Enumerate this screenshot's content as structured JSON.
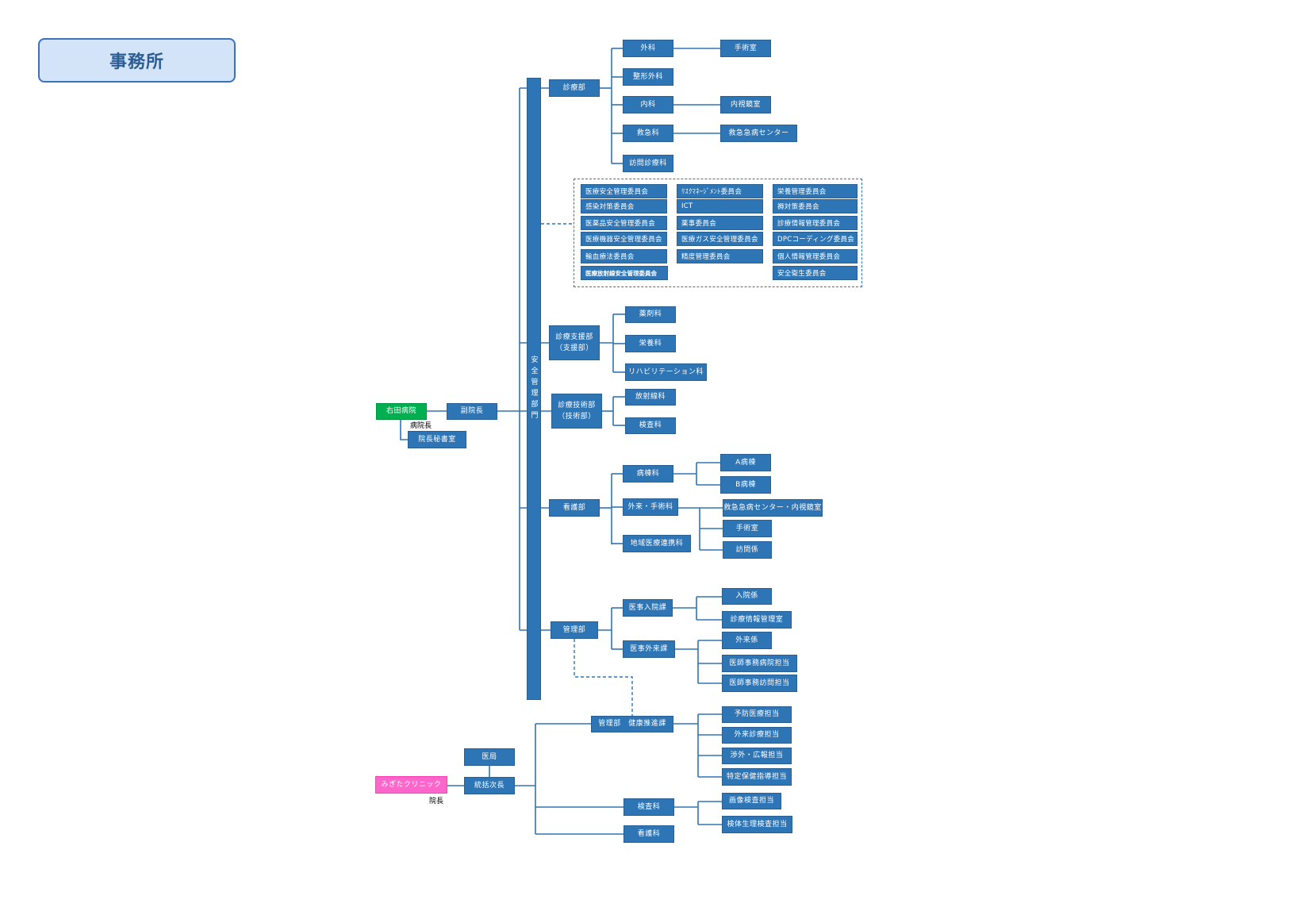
{
  "header": {
    "title": "事務所"
  },
  "colors": {
    "box": "#2e75b6",
    "box_border": "#2a5f93",
    "line": "#2e75b6",
    "hospital": "#00b050",
    "hospital_border": "#00913f",
    "clinic": "#ff66cc",
    "clinic_border": "#ff3fb0",
    "header_fill": "#d3e4f8",
    "header_border": "#3b72b8",
    "header_text": "#2c5c94"
  },
  "hospital": {
    "name": "右田病院",
    "director_caption": "病院長",
    "secretary_office": "院長秘書室",
    "vice_director": "副院長",
    "safety_division": "安全管理部門"
  },
  "medical": {
    "label": "診療部",
    "surgery": "外科",
    "surgery_sub": "手術室",
    "orthopedics": "整形外科",
    "internal": "内科",
    "internal_sub": "内視鏡室",
    "emergency": "救急科",
    "emergency_sub": "救急急病センター",
    "home_care": "訪問診療科"
  },
  "committees": {
    "col1": [
      "医療安全管理委員会",
      "感染対策委員会",
      "医薬品安全管理委員会",
      "医療機器安全管理委員会",
      "輸血療法委員会",
      "医療放射線安全管理委員会"
    ],
    "col2": [
      "ﾘｽｸﾏﾈｰｼﾞﾒﾝﾄ委員会",
      "ICT",
      "薬事委員会",
      "医療ガス安全管理委員会",
      "精度管理委員会"
    ],
    "col3": [
      "栄養管理委員会",
      "褥対策委員会",
      "診療情報管理委員会",
      "DPCコーディング委員会",
      "個人情報管理委員会",
      "安全衛生委員会"
    ]
  },
  "support": {
    "label": "診療支援部",
    "sublabel": "（支援部）",
    "units": [
      "薬剤科",
      "栄養科",
      "リハビリテーション科"
    ]
  },
  "technical": {
    "label": "診療技術部",
    "sublabel": "（技術部）",
    "units": [
      "放射線科",
      "検査科"
    ]
  },
  "nursing": {
    "label": "看護部",
    "ward": {
      "label": "病棟科",
      "units": [
        "A病棟",
        "B病棟"
      ]
    },
    "outpatient": {
      "label": "外来・手術科",
      "units": [
        "救急急病センター・内視鏡室",
        "手術室",
        "訪問係"
      ]
    },
    "community": "地域医療連携科"
  },
  "admin": {
    "label": "管理部",
    "admission": {
      "label": "医事入院課",
      "units": [
        "入院係",
        "診療情報管理室"
      ]
    },
    "outpatient": {
      "label": "医事外来課",
      "units": [
        "外来係",
        "医師事務病院担当",
        "医師事務訪問担当"
      ]
    }
  },
  "clinic": {
    "name": "みぎたクリニック",
    "director_caption": "院長",
    "general_manager": "統括次長",
    "medical_office": "医局",
    "health_promotion": {
      "label": "管理部　健康推進課",
      "units": [
        "予防医療担当",
        "外来診療担当",
        "渉外・広報担当",
        "特定保健指導担当"
      ]
    },
    "lab": {
      "label": "検査科",
      "units": [
        "画像検査担当",
        "検体生理検査担当"
      ]
    },
    "nursing": "看護科"
  }
}
